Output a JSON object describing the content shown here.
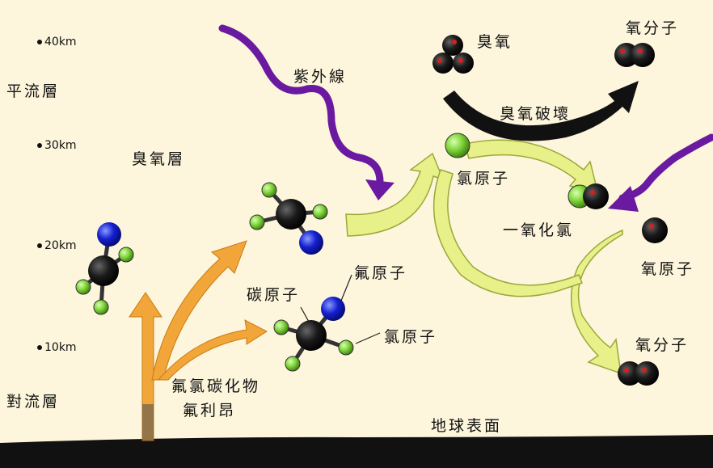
{
  "altitudes": {
    "km40": "40km",
    "km30": "30km",
    "km20": "20km",
    "km10": "10km"
  },
  "layers": {
    "stratosphere": "平流層",
    "ozone_layer": "臭氧層",
    "troposphere": "對流層"
  },
  "labels": {
    "uv": "紫外線",
    "ozone": "臭氧",
    "oxygen_molecule": "氧分子",
    "ozone_destruction": "臭氧破壞",
    "chlorine_atom": "氯原子",
    "chlorine_monoxide": "一氧化氯",
    "oxygen_atom": "氧原子",
    "carbon_atom": "碳原子",
    "fluorine_atom": "氟原子",
    "cfc": "氟氯碳化物",
    "freon": "氟利昂",
    "earth_surface": "地球表面"
  },
  "colors": {
    "background": "#fdf6dc",
    "uv_arrow": "#6a1aa0",
    "orange_arrow": "#f2a63a",
    "yellow_arrow": "#e8f08a",
    "chlorine": "#7fd53a",
    "fluorine": "#1520d0",
    "carbon": "#111111",
    "oxygen": "#111111",
    "oxygen_highlight": "#d42020",
    "ground": "#111111"
  }
}
